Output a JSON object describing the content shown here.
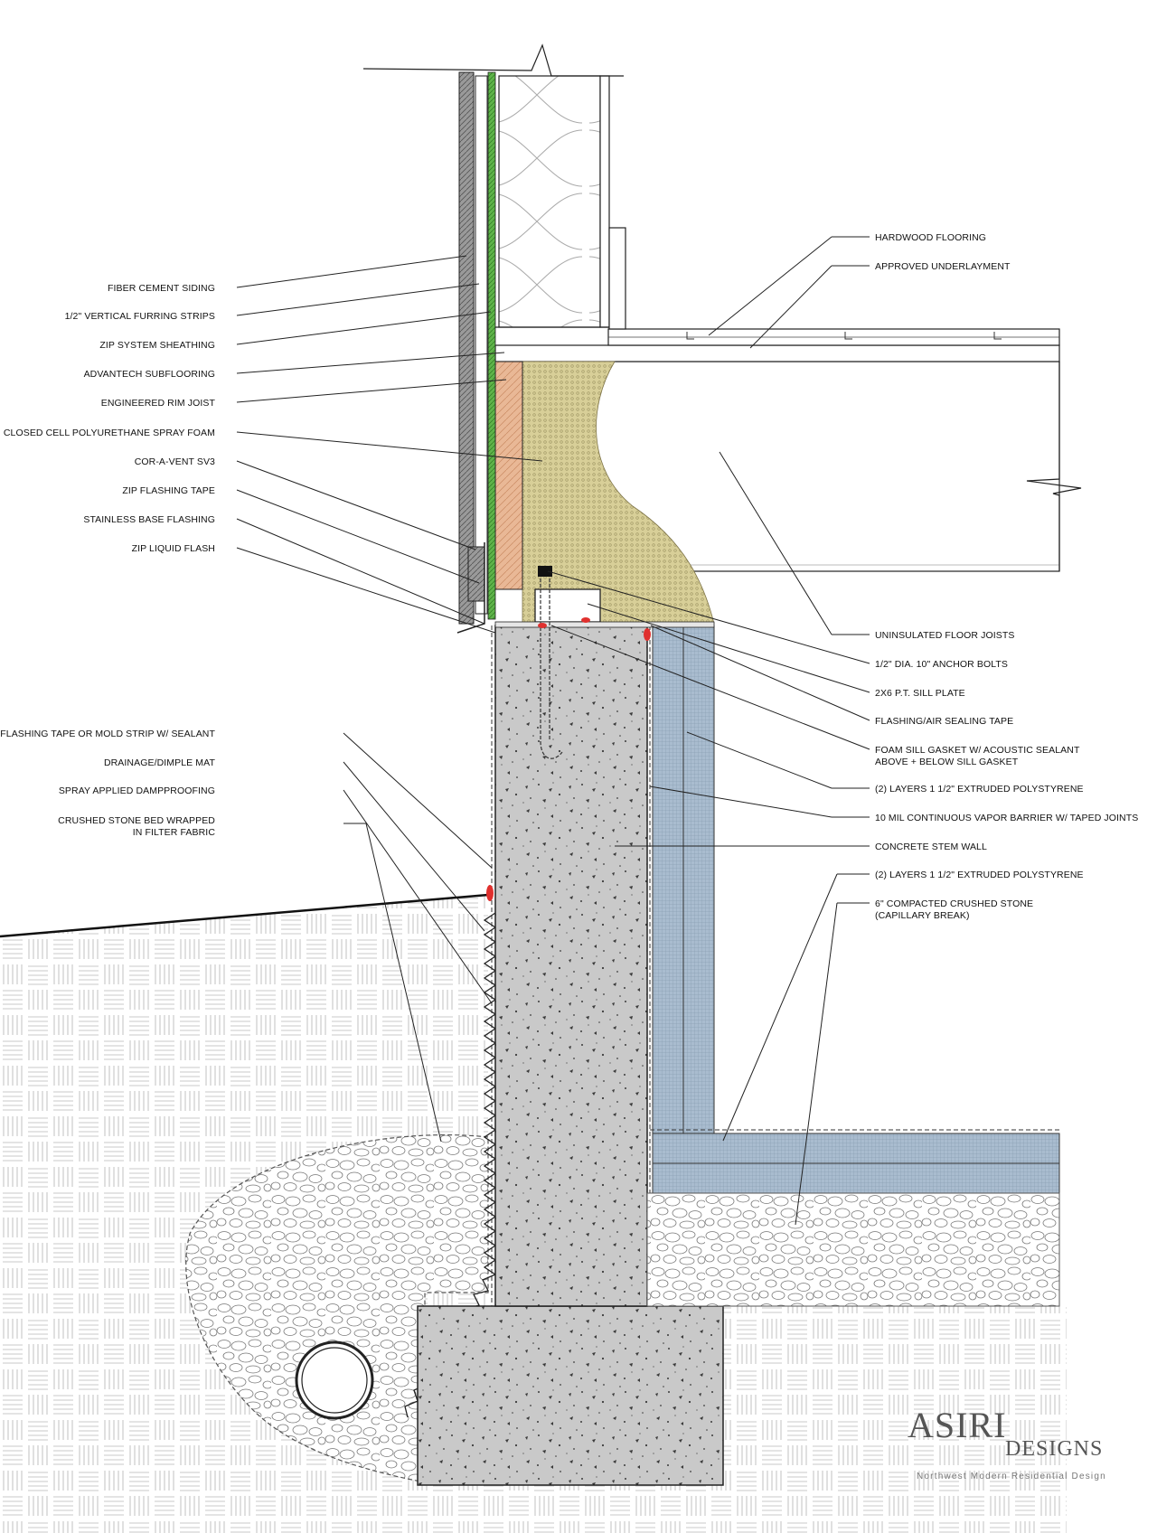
{
  "labels_left": [
    {
      "id": "fiber-cement-siding",
      "lines": [
        "FIBER CEMENT SIDING"
      ]
    },
    {
      "id": "vertical-furring-strips",
      "lines": [
        "1/2\" VERTICAL FURRING STRIPS"
      ]
    },
    {
      "id": "zip-system-sheathing",
      "lines": [
        "ZIP SYSTEM SHEATHING"
      ]
    },
    {
      "id": "advantech-subflooring",
      "lines": [
        "ADVANTECH SUBFLOORING"
      ]
    },
    {
      "id": "engineered-rim-joist",
      "lines": [
        "ENGINEERED RIM JOIST"
      ]
    },
    {
      "id": "closed-cell-spray-foam",
      "lines": [
        "CLOSED CELL POLYURETHANE SPRAY FOAM"
      ]
    },
    {
      "id": "cor-a-vent",
      "lines": [
        "COR-A-VENT SV3"
      ]
    },
    {
      "id": "zip-flashing-tape",
      "lines": [
        "ZIP FLASHING TAPE"
      ]
    },
    {
      "id": "stainless-base-flashing",
      "lines": [
        "STAINLESS BASE FLASHING"
      ]
    },
    {
      "id": "zip-liquid-flash",
      "lines": [
        "ZIP LIQUID FLASH"
      ]
    },
    {
      "id": "flashing-tape-mold-strip",
      "lines": [
        "FLASHING TAPE OR MOLD STRIP W/ SEALANT"
      ]
    },
    {
      "id": "drainage-dimple-mat",
      "lines": [
        "DRAINAGE/DIMPLE MAT"
      ]
    },
    {
      "id": "spray-dampproofing",
      "lines": [
        "SPRAY APPLIED DAMPPROOFING"
      ]
    },
    {
      "id": "crushed-stone-bed",
      "lines": [
        "CRUSHED STONE BED WRAPPED",
        "IN FILTER FABRIC"
      ]
    }
  ],
  "labels_right": [
    {
      "id": "hardwood-flooring",
      "lines": [
        "HARDWOOD FLOORING"
      ]
    },
    {
      "id": "approved-underlayment",
      "lines": [
        "APPROVED UNDERLAYMENT"
      ]
    },
    {
      "id": "uninsulated-floor-joists",
      "lines": [
        "UNINSULATED FLOOR JOISTS"
      ]
    },
    {
      "id": "anchor-bolts",
      "lines": [
        "1/2\" DIA. 10\" ANCHOR BOLTS"
      ]
    },
    {
      "id": "sill-plate",
      "lines": [
        "2X6 P.T. SILL PLATE"
      ]
    },
    {
      "id": "air-sealing-tape",
      "lines": [
        "FLASHING/AIR SEALING TAPE"
      ]
    },
    {
      "id": "foam-sill-gasket",
      "lines": [
        "FOAM SILL GASKET W/ ACOUSTIC SEALANT",
        "ABOVE + BELOW SILL GASKET"
      ]
    },
    {
      "id": "xps-wall",
      "lines": [
        "(2) LAYERS 1 1/2\" EXTRUDED POLYSTYRENE"
      ]
    },
    {
      "id": "vapor-barrier",
      "lines": [
        "10 MIL CONTINUOUS VAPOR BARRIER W/ TAPED JOINTS"
      ]
    },
    {
      "id": "concrete-stem-wall",
      "lines": [
        "CONCRETE STEM WALL"
      ]
    },
    {
      "id": "xps-slab",
      "lines": [
        "(2) LAYERS 1 1/2\" EXTRUDED POLYSTYRENE"
      ]
    },
    {
      "id": "compacted-crushed-stone",
      "lines": [
        "6\" COMPACTED CRUSHED STONE",
        "(CAPILLARY BREAK)"
      ]
    }
  ],
  "brand": {
    "name": "ASIRI",
    "sub": "DESIGNS",
    "tagline": "Northwest Modern Residential Design"
  },
  "colors": {
    "concrete": "#c9c9c9",
    "spray_foam": "#d8cf98",
    "rim_joist": "#e9b896",
    "xps_insulation": "#a9bccf",
    "zip_sheathing": "#5fb44a",
    "siding": "#8a8a8a",
    "sealant_red": "#e0302e"
  }
}
